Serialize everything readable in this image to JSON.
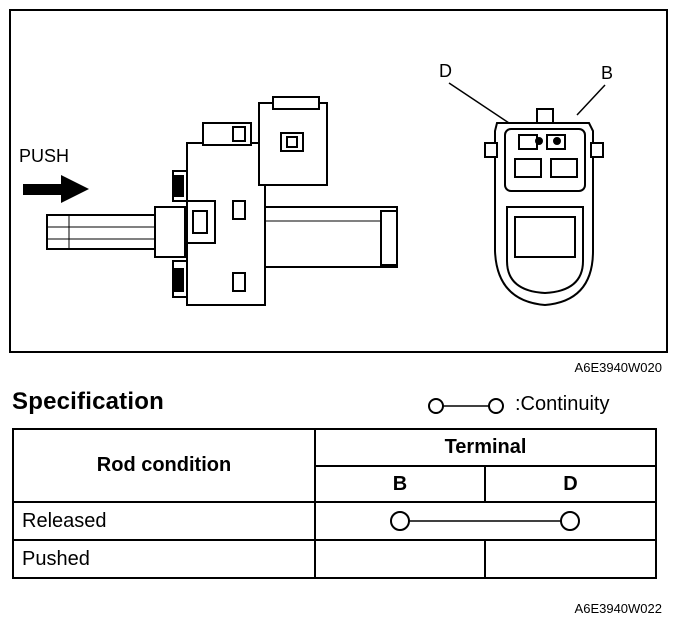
{
  "figure": {
    "push_label": "PUSH",
    "connector_label_left": "D",
    "connector_label_right": "B",
    "code": "A6E3940W020"
  },
  "spec": {
    "title": "Specification",
    "legend_label": ":Continuity",
    "table": {
      "rod_condition_header": "Rod condition",
      "terminal_header": "Terminal",
      "terminals": [
        "B",
        "D"
      ],
      "rows": [
        {
          "label": "Released",
          "continuity": [
            "B",
            "D"
          ]
        },
        {
          "label": "Pushed",
          "continuity": []
        }
      ]
    },
    "code": "A6E3940W022"
  }
}
